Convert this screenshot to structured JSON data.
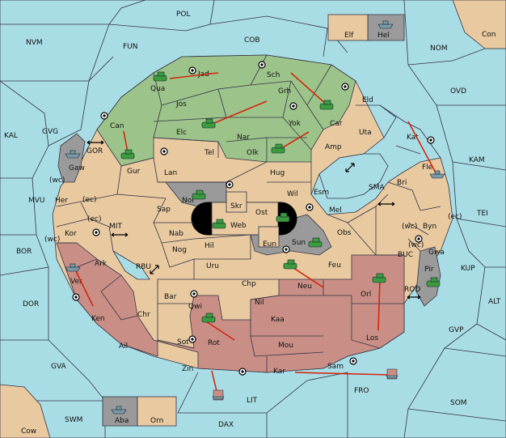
{
  "map": {
    "provinces": {
      "POL": "POL",
      "NVM": "NVM",
      "FUN": "FUN",
      "COB": "COB",
      "NOM": "NOM",
      "Con": "Con",
      "Elf": "Elf",
      "Hel": "Hel",
      "OVD": "OVD",
      "KAL": "KAL",
      "GVG": "GVG",
      "Jad": "Jad",
      "Sch": "Sch",
      "Qua": "Qua",
      "Jos": "Jos",
      "Grh": "Grh",
      "Car": "Car",
      "Eld": "Eld",
      "Can": "Can",
      "Elc": "Elc",
      "Nar": "Nar",
      "Yok": "Yok",
      "Uta": "Uta",
      "Kat": "Kat",
      "KAM": "KAM",
      "Olk": "Olk",
      "Amp": "Amp",
      "Tel": "Tel",
      "GOR": "GOR",
      "Gaw": "Gaw",
      "Gur": "Gur",
      "Lan": "Lan",
      "Hug": "Hug",
      "Fle": "Fle",
      "Bri": "Bri",
      "wc1": "(wc)",
      "ec1": "(ec)",
      "Her": "Her",
      "MVU": "MVU",
      "Nor": "Nor",
      "Skr": "Skr",
      "Wil": "Wil",
      "Esm": "Esm",
      "SMA": "SMA",
      "Sap": "Sap",
      "Ost": "Ost",
      "Web": "Web",
      "Mel": "Mel",
      "TEI": "TEI",
      "ec2": "(ec)",
      "wc2": "(wc)",
      "Byn": "Byn",
      "ec3": "(ec)",
      "Kor": "Kor",
      "MIT": "MIT",
      "Nab": "Nab",
      "Eun": "Eun",
      "Sun": "Sun",
      "Obs": "Obs",
      "wc3": "(wc)",
      "Gwa": "Gwa",
      "BOR": "BOR",
      "wc4": "(wc)",
      "Hil": "Hil",
      "RBU": "RBU",
      "Nog": "Nog",
      "BUC": "BUC",
      "Ark": "Ark",
      "Uru": "Uru",
      "Feu": "Feu",
      "Pir": "Pir",
      "KUP": "KUP",
      "Ver": "Ver",
      "Neu": "Neu",
      "Orl": "Orl",
      "Chp": "Chp",
      "Bar": "Bar",
      "ROD": "ROD",
      "DOR": "DOR",
      "Qwi": "Qwi",
      "Nil": "Nil",
      "ALT": "ALT",
      "Ken": "Ken",
      "Chr": "Chr",
      "Kaa": "Kaa",
      "GVP": "GVP",
      "Los": "Los",
      "Rot": "Rot",
      "Ail": "Ail",
      "Sot": "Sot",
      "Mou": "Mou",
      "GVA": "GVA",
      "Sam": "Sam",
      "Zin": "Zin",
      "Kar": "Kar",
      "FRO": "FRO",
      "LIT": "LIT",
      "SOM": "SOM",
      "SWM": "SWM",
      "Aba": "Aba",
      "Orn": "Orn",
      "DAX": "DAX",
      "Cow": "Cow"
    }
  }
}
